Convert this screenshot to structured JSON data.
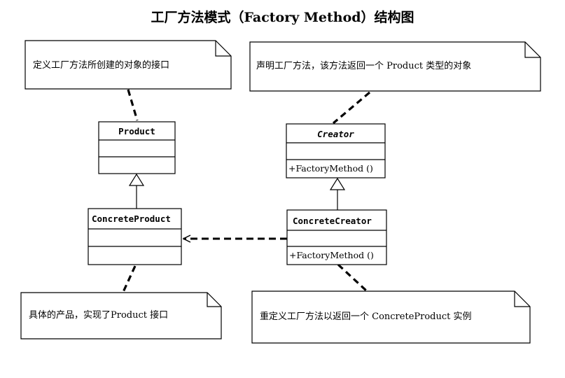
{
  "title": "工厂方法模式（Factory Method）结构图",
  "notes": {
    "product_note": "定义工厂方法所创建的对象的接口",
    "creator_note": "声明工厂方法，该方法返回一个 Product 类型的对象",
    "concrete_product_note": "具体的产品，实现了Product 接口",
    "concrete_creator_note": "重定义工厂方法以返回一个 ConcreteProduct 实例"
  },
  "classes": {
    "product": {
      "name": "Product"
    },
    "creator": {
      "name": "Creator",
      "method": "+FactoryMethod ()"
    },
    "concrete_product": {
      "name": "ConcreteProduct"
    },
    "concrete_creator": {
      "name": "ConcreteCreator",
      "method": "+FactoryMethod ()"
    }
  }
}
